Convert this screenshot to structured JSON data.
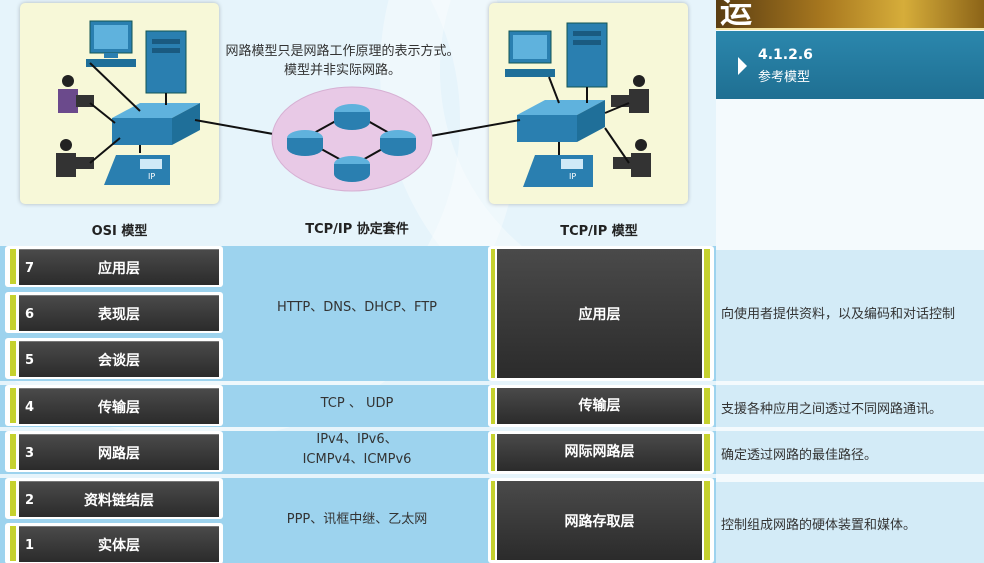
{
  "header": {
    "title_fragment": "运",
    "section_number": "4.1.2.6",
    "section_title": "参考模型"
  },
  "diagram": {
    "note": "网路模型只是网路工作原理的表示方式。模型并非实际网路。",
    "columns": {
      "osi": "OSI 模型",
      "suite": "TCP/IP 协定套件",
      "tcpip": "TCP/IP 模型"
    },
    "osi_layers": [
      {
        "num": "7",
        "label": "应用层"
      },
      {
        "num": "6",
        "label": "表现层"
      },
      {
        "num": "5",
        "label": "会谈层"
      },
      {
        "num": "4",
        "label": "传输层"
      },
      {
        "num": "3",
        "label": "网路层"
      },
      {
        "num": "2",
        "label": "资料链结层"
      },
      {
        "num": "1",
        "label": "实体层"
      }
    ],
    "protocols": {
      "application": "HTTP、DNS、DHCP、FTP",
      "transport": "TCP 、 UDP",
      "network_line1": "IPv4、IPv6、",
      "network_line2": "ICMPv4、ICMPv6",
      "access": "PPP、讯框中继、乙太网"
    },
    "tcpip_layers": {
      "application": "应用层",
      "transport": "传输层",
      "internet": "网际网路层",
      "access": "网路存取层"
    },
    "descriptions": {
      "application": "向使用者提供资料，以及编码和对话控制",
      "transport": "支援各种应用之间透过不同网路通讯。",
      "internet": "确定透过网路的最佳路径。",
      "access": "控制组成网路的硬体装置和媒体。"
    },
    "ip_label": "IP"
  },
  "colors": {
    "accent_bar": "#c5d12e",
    "band": "#9dd3ee",
    "nav": "#2b87ad",
    "panel": "#f7f8d8"
  }
}
